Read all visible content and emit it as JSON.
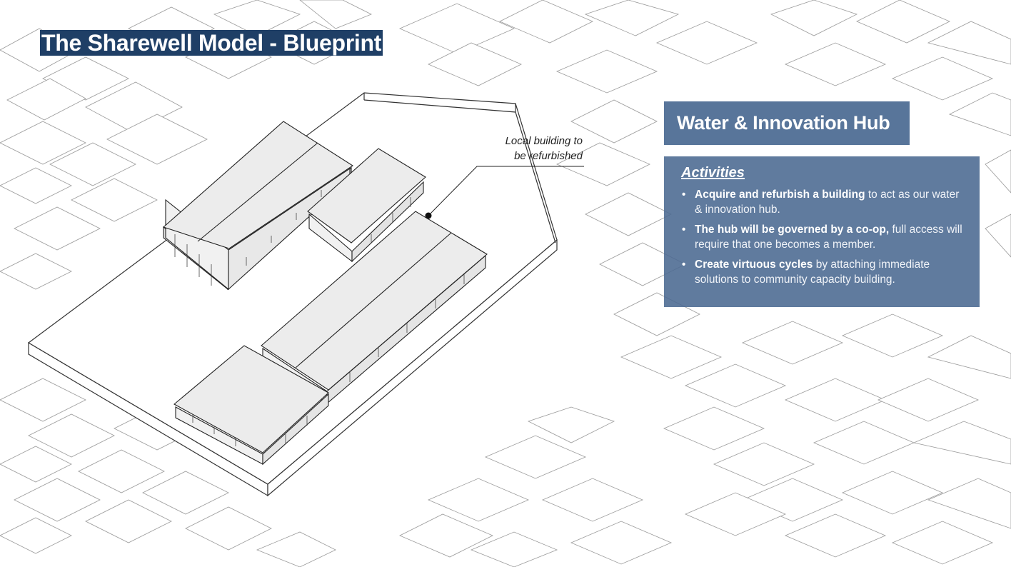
{
  "title": "The Sharewell Model - Blueprint",
  "callout": {
    "line1": "Local building to",
    "line2": "be refurbished"
  },
  "hub": {
    "header": "Water & Innovation Hub",
    "activities_heading": "Activities",
    "items": [
      {
        "bold": "Acquire and refurbish a building",
        "rest": " to act as our water & innovation hub."
      },
      {
        "bold": "The hub will be governed by a co-op,",
        "rest": " full access will require that one becomes a member."
      },
      {
        "bold": "Create virtuous cycles",
        "rest": " by attaching immediate solutions to community capacity building."
      }
    ]
  },
  "colors": {
    "title_bg": "#1f3f66",
    "panel_bg": "#4a6991",
    "line": "#222222",
    "roof": "#e9e9e9"
  }
}
